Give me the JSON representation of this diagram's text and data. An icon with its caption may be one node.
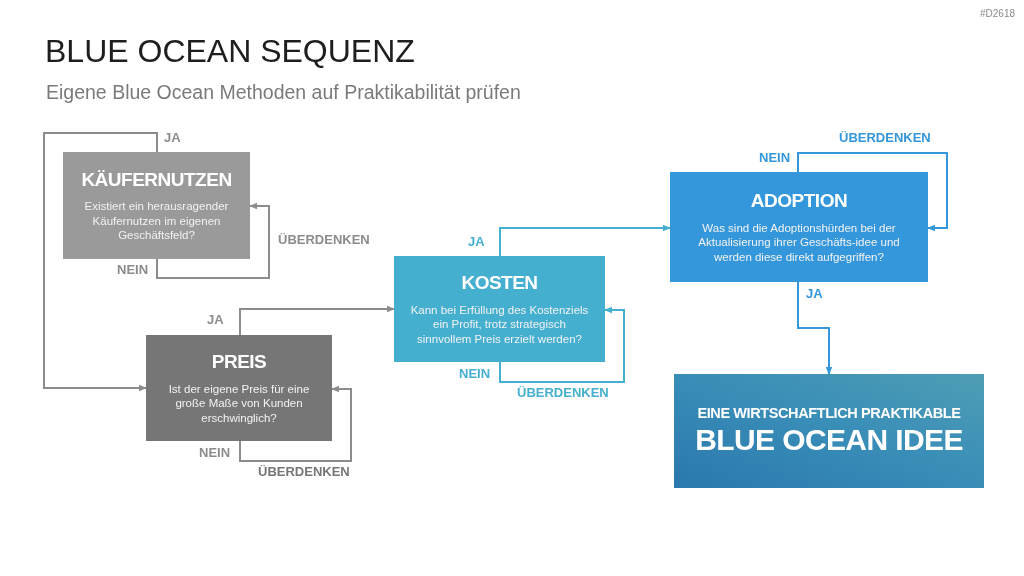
{
  "diagram": {
    "title": "BLUE OCEAN SEQUENZ",
    "nodes": [
      {
        "text": [
          "KÄUFERNUTZEN",
          "Existiert ein herausragender Käufernutzen im eigenen Geschäftsfeld?"
        ]
      },
      {
        "text": [
          "PREIS",
          "Ist der eigene Preis für eine große Maße von Kunden erschwinglich?"
        ]
      },
      {
        "text": [
          "KOSTEN",
          "Kann bei Erfüllung des Kostenziels ein Profit, trotz strategisch sinnvollem Preis erzielt werden?"
        ]
      },
      {
        "text": [
          "ADOPTION",
          "Was sind die Adoptionshürden bei der Aktualisierung ihrer Geschäfts-idee und werden diese direkt aufgegriffen?"
        ]
      },
      {
        "text": [
          "EINE WIRTSCHAFTLICH PRAKTIKABLE",
          "BLUE OCEAN IDEE"
        ]
      }
    ],
    "edges": [
      {
        "from": 0,
        "to": 1,
        "arrow": "to",
        "label": "JA"
      },
      {
        "from": 0,
        "to": 0,
        "arrow": "to",
        "label": "NEIN"
      },
      {
        "from": 1,
        "to": 2,
        "arrow": "to",
        "label": "JA"
      },
      {
        "from": 1,
        "to": 1,
        "arrow": "to",
        "label": "NEIN"
      },
      {
        "from": 2,
        "to": 3,
        "arrow": "to",
        "label": "JA",
        "color": "#45afd0"
      },
      {
        "from": 2,
        "to": 2,
        "arrow": "to",
        "label": "NEIN",
        "color": "#45afd0"
      },
      {
        "from": 3,
        "to": 3,
        "arrow": "to",
        "label": "NEIN",
        "color": "#3597db"
      },
      {
        "from": 3,
        "to": 4,
        "arrow": "to",
        "label": "JA",
        "color": "#3597db"
      }
    ],
    "labels": [
      "#D2618",
      "Eigene Blue Ocean Methoden auf Praktikabilität prüfen",
      "ÜBERDENKEN",
      "ÜBERDENKEN",
      "ÜBERDENKEN",
      "ÜBERDENKEN"
    ]
  }
}
